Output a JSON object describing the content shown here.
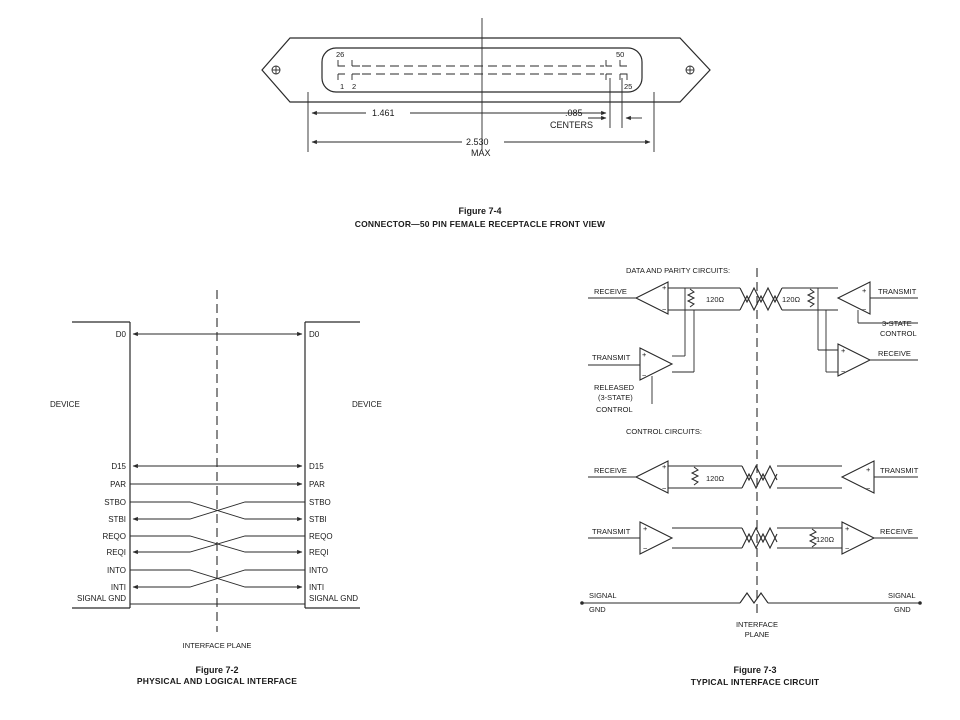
{
  "fig74": {
    "pin_26": "26",
    "pin_50": "50",
    "pin_1": "1",
    "pin_2": "2",
    "pin_25": "25",
    "dim_1461": "1.461",
    "dim_085": ".085",
    "centers": "CENTERS",
    "dim_2530": "2.530",
    "max": "MAX",
    "fig_number": "Figure 7-4",
    "fig_title": "CONNECTOR—50 PIN FEMALE RECEPTACLE FRONT VIEW"
  },
  "fig72": {
    "device_left": "DEVICE",
    "device_right": "DEVICE",
    "signals_left": [
      "D0",
      "D15",
      "PAR",
      "STBO",
      "STBI",
      "REQO",
      "REQI",
      "INTO",
      "INTI",
      "SIGNAL GND"
    ],
    "signals_right": [
      "D0",
      "D15",
      "PAR",
      "STBO",
      "STBI",
      "REQO",
      "REQI",
      "INTO",
      "INTI",
      "SIGNAL GND"
    ],
    "interface_plane": "INTERFACE PLANE",
    "fig_number": "Figure 7-2",
    "fig_title": "PHYSICAL AND LOGICAL INTERFACE"
  },
  "fig73": {
    "section_data": "DATA AND PARITY CIRCUITS:",
    "section_control": "CONTROL CIRCUITS:",
    "receive": "RECEIVE",
    "transmit": "TRANSMIT",
    "resistor": "120Ω",
    "state3": "3-STATE",
    "control": "CONTROL",
    "released": "RELEASED",
    "state3_paren": "(3-STATE)",
    "signal": "SIGNAL",
    "gnd": "GND",
    "interface": "INTERFACE",
    "plane": "PLANE",
    "fig_number": "Figure 7-3",
    "fig_title": "TYPICAL INTERFACE CIRCUIT"
  }
}
